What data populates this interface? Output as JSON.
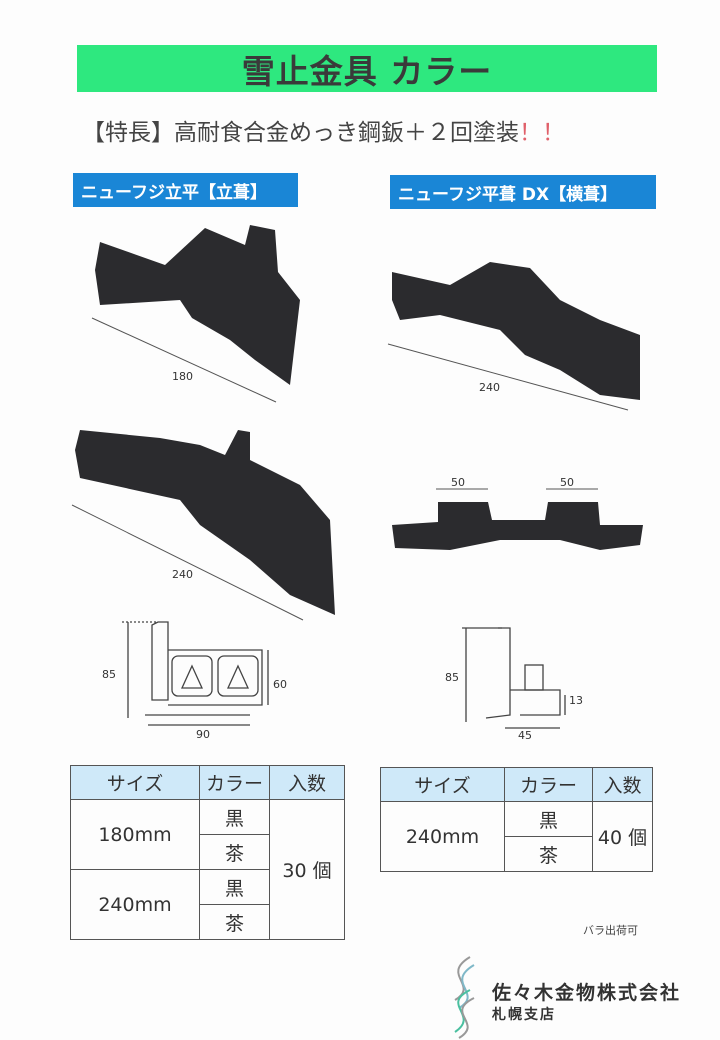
{
  "title": "雪止金具 カラー",
  "subtitle": {
    "text": "【特長】高耐食合金めっき鋼鈑＋２回塗装",
    "emphasis": "！！"
  },
  "products": [
    {
      "label": "ニューフジ立平【立葺】",
      "dims": {
        "short": "180",
        "long": "240",
        "height": "85",
        "inner_height": "60",
        "width": "90"
      }
    },
    {
      "label": "ニューフジ平葺 DX【横葺】",
      "dims": {
        "length": "240",
        "left_width": "50",
        "right_width": "50",
        "height": "85",
        "lip": "13",
        "base": "45"
      }
    }
  ],
  "table_left": {
    "headers": [
      "サイズ",
      "カラー",
      "入数"
    ],
    "rows": [
      {
        "size": "180mm",
        "colors": [
          "黒",
          "茶"
        ]
      },
      {
        "size": "240mm",
        "colors": [
          "黒",
          "茶"
        ]
      }
    ],
    "quantity": "30 個"
  },
  "table_right": {
    "headers": [
      "サイズ",
      "カラー",
      "入数"
    ],
    "rows": [
      {
        "size": "240mm",
        "colors": [
          "黒",
          "茶"
        ]
      }
    ],
    "quantity": "40 個"
  },
  "note": "バラ出荷可",
  "company": {
    "name": "佐々木金物株式会社",
    "branch": "札幌支店"
  },
  "colors": {
    "banner": "#2ee87f",
    "label": "#1a86d6",
    "table_header": "#cfe9f9"
  }
}
